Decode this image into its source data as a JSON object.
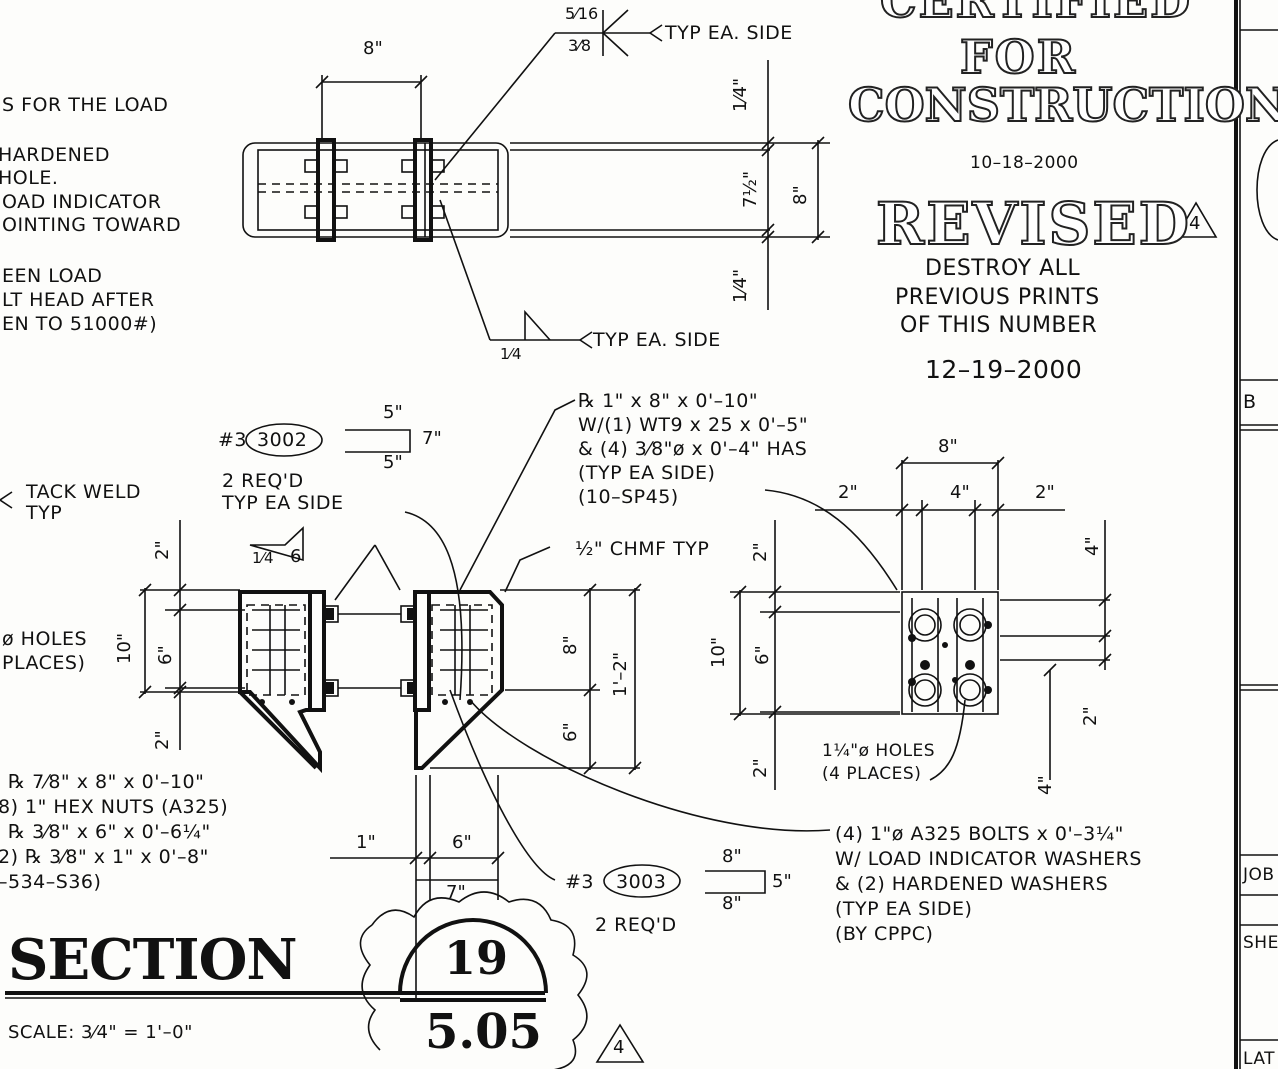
{
  "left_notes": {
    "line1": "S FOR THE LOAD",
    "line2": " HARDENED",
    "line3": "  HOLE.",
    "line4": "OAD INDICATOR",
    "line5": "OINTING TOWARD",
    "line6": "EEN LOAD",
    "line7": "LT HEAD AFTER",
    "line8": "EN TO 51000#)"
  },
  "plan_view": {
    "dim_top": "8\"",
    "weld_top_a": "5⁄16",
    "weld_top_b": "3⁄8",
    "weld_top_note": "TYP EA. SIDE",
    "weld_bottom_size": "1⁄4",
    "weld_bottom_note": "TYP EA. SIDE",
    "dim_right_1": "1⁄4\"",
    "dim_right_2": "7½\"",
    "dim_right_3": "8\"",
    "dim_right_4": "1⁄4\""
  },
  "stamp": {
    "certified": "CERTIFIED",
    "for": "FOR",
    "construction": "CONSTRUCTION",
    "date1": "10–18–2000",
    "revised": "REVISED",
    "rev_number": "4",
    "destroy1": "DESTROY ALL",
    "destroy2": "PREVIOUS PRINTS",
    "destroy3": "OF THIS NUMBER",
    "date2": "12–19–2000"
  },
  "section_view": {
    "mark_prefix": "#3",
    "mark1": "3002",
    "mark1_dim_top": "5\"",
    "mark1_dim_side": "7\"",
    "mark1_dim_bottom": "5\"",
    "req1": "2 REQ'D",
    "req1b": "TYP EA SIDE",
    "tack": "TACK WELD",
    "tack2": "TYP",
    "weld_size": "1⁄4",
    "weld_len": "6",
    "callout1": "℞ 1\" x 8\" x 0'–10\"",
    "callout2": "W/(1) WT9 x 25 x 0'–5\"",
    "callout3": "& (4) 3⁄8\"ø x 0'–4\" HAS",
    "callout4": "(TYP EA SIDE)",
    "callout5": "(10–SP45)",
    "chmf": "½\" CHMF TYP",
    "holes_a": "ø HOLES",
    "holes_b": "PLACES)",
    "d_2a": "2\"",
    "d_10": "10\"",
    "d_6": "6\"",
    "d_2b": "2\"",
    "d_8": "8\"",
    "d_1_2": "1'–2\"",
    "d_6b": "6\"",
    "mat1": "℞ 7⁄8\" x 8\" x 0'–10\"",
    "mat2": "8) 1\" HEX NUTS (A325)",
    "mat3": "℞ 3⁄8\" x 6\" x 0'–6¼\"",
    "mat4": "2) ℞ 3⁄8\" x 1\" x 0'–8\"",
    "mat5": "–534–S36)",
    "d_1": "1\"",
    "d_6c": "6\"",
    "d_7": "7\"",
    "mark2": "3003",
    "mark2_dim_top": "8\"",
    "mark2_dim_side": "5\"",
    "mark2_dim_bottom": "8\"",
    "req2": "2 REQ'D"
  },
  "plate_view": {
    "d_8": "8\"",
    "d_2l": "2\"",
    "d_4": "4\"",
    "d_2r": "2\"",
    "d_2v": "2\"",
    "d_10": "10\"",
    "d_6": "6\"",
    "d_2bot": "2\"",
    "d_4r": "4\"",
    "d_2r2": "2\"",
    "d_4r2": "4\"",
    "holes1": "1¼\"ø HOLES",
    "holes2": "(4 PLACES)"
  },
  "bolts_note": {
    "l1": "(4) 1\"ø A325 BOLTS x 0'–3¼\"",
    "l2": "W/ LOAD INDICATOR WASHERS",
    "l3": "& (2) HARDENED WASHERS",
    "l4": "(TYP EA SIDE)",
    "l5": "(BY CPPC)"
  },
  "title_block": {
    "section": "SECTION",
    "scale": "SCALE:  3⁄4\"  =  1'–0\"",
    "detail_no": "19",
    "sheet_no": "5.05",
    "rev": "4"
  },
  "right_border": {
    "b": "B",
    "job": "JOB",
    "she": "SHE",
    "lat": "LAT"
  }
}
